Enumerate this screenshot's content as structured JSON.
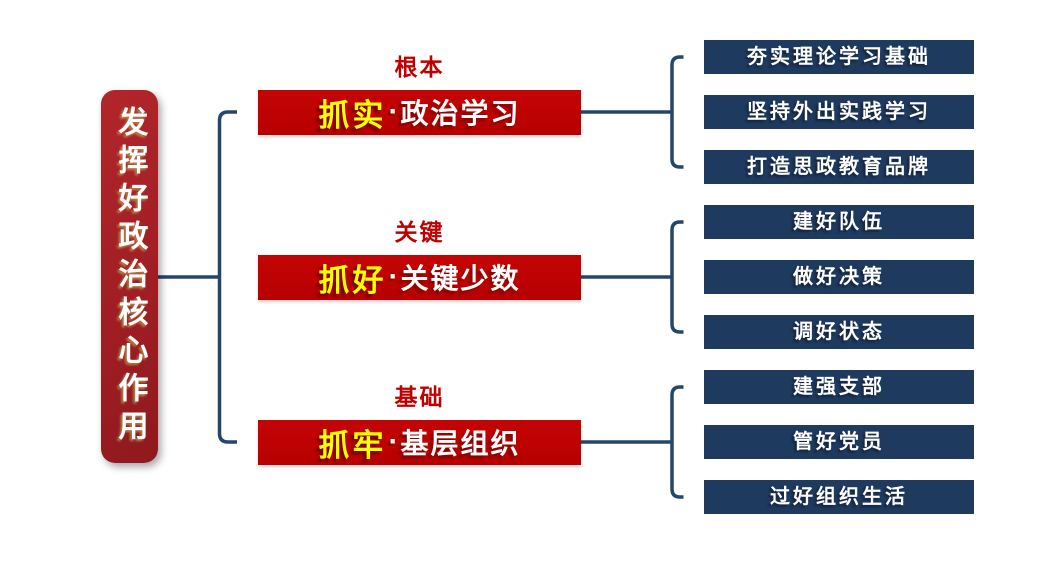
{
  "root": {
    "title": "发挥好政治核心作用"
  },
  "separator": "·",
  "groups": [
    {
      "tag": "根本",
      "action": "抓实",
      "topic": "政治学习",
      "items": [
        "夯实理论学习基础",
        "坚持外出实践学习",
        "打造思政教育品牌"
      ]
    },
    {
      "tag": "关键",
      "action": "抓好",
      "topic": "关键少数",
      "items": [
        "建好队伍",
        "做好决策",
        "调好状态"
      ]
    },
    {
      "tag": "基础",
      "action": "抓牢",
      "topic": "基层组织",
      "items": [
        "建强支部",
        "管好党员",
        "过好组织生活"
      ]
    }
  ],
  "colors": {
    "branch_red": "#C00000",
    "pill_red": "#A01E23",
    "leaf_navy": "#1E3A5E",
    "line_navy": "#25466A",
    "highlight_yellow": "#FFFF00"
  }
}
